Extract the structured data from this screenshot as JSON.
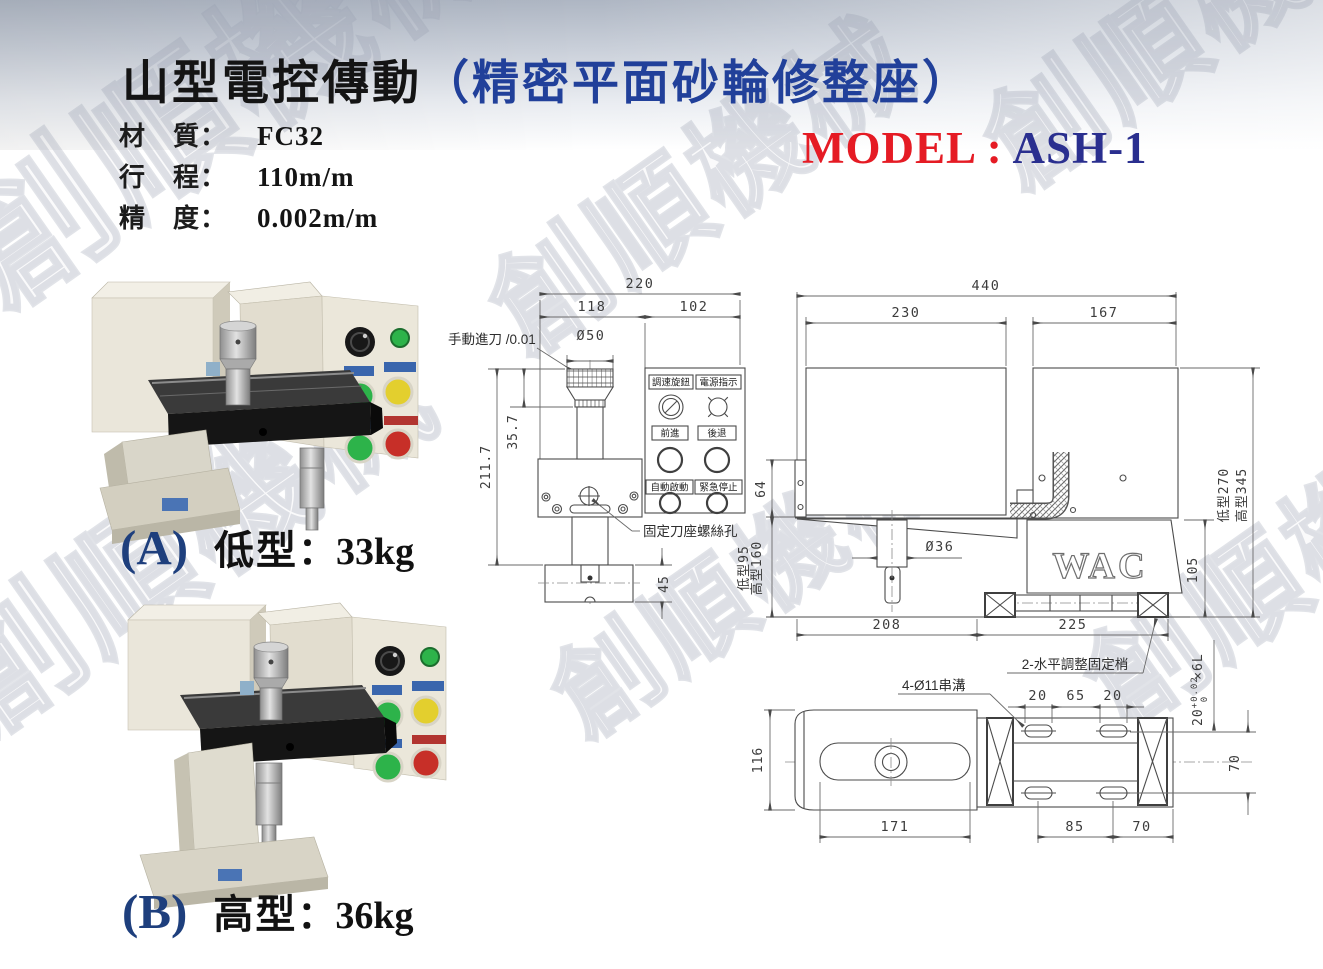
{
  "watermark": "創順機械",
  "header": {
    "title_black": "山型電控傳動",
    "title_blue": "（精密平面砂輪修整座）",
    "model_label": "MODEL :",
    "model_value": "ASH-1",
    "specs": [
      {
        "label": "材　質：",
        "value": "FC32"
      },
      {
        "label": "行　程：",
        "value": "110m/m"
      },
      {
        "label": "精　度：",
        "value": "0.002m/m"
      }
    ]
  },
  "products": [
    {
      "tag": "(A)",
      "name": "低型",
      "weight": "：33kg"
    },
    {
      "tag": "(B)",
      "name": "高型",
      "weight": "：36kg"
    }
  ],
  "control_panel": {
    "speed_knob": "調速旋鈕",
    "power_indicator": "電源指示",
    "forward": "前進",
    "backward": "後退",
    "auto_start": "自動啟動",
    "emergency_stop": "緊急停止"
  },
  "front_view": {
    "callout_handfeed": "手動進刀 /0.01",
    "callout_screw_hole": "固定刀座螺絲孔",
    "dim_total_width": "220",
    "dim_left_width": "118",
    "dim_right_width": "102",
    "dim_knob_dia": "Ø50",
    "dim_total_height": "211.7",
    "dim_knob_height": "35.7",
    "dim_base_height": "45"
  },
  "side_view": {
    "dim_total_width": "440",
    "dim_left_width": "230",
    "dim_right_width": "167",
    "dim_bracket_height": "64",
    "dim_column_low": "低型95",
    "dim_column_high": "高型160",
    "dim_shaft_dia": "Ø36",
    "dim_base_height": "105",
    "dim_overall_low": "低型270",
    "dim_overall_high": "高型345",
    "dim_left_base": "208",
    "dim_right_base": "225",
    "callout_pin": "2-水平調整固定梢",
    "logo": "WAC"
  },
  "plan_view": {
    "callout_slot": "4-Ø11串溝",
    "dim_slot_a": "20",
    "dim_slot_gap": "65",
    "dim_slot_b": "20",
    "dim_tol_base": "20",
    "dim_tol_sup": "+0.02",
    "dim_tol_sub": "0",
    "dim_tol_suffix": "×6L",
    "dim_body_width": "116",
    "dim_row_span": "70",
    "dim_slot_len": "171",
    "dim_slot_pitch": "85",
    "dim_edge": "70"
  },
  "colors": {
    "title_blue": "#21409a",
    "model_red": "#e51b24",
    "model_navy": "#2a2f8f",
    "label_navy": "#1e3f7d",
    "button_green": "#2db34a",
    "button_yellow": "#e3cf2e",
    "button_red": "#c72f28",
    "pilot_green": "#2db34a",
    "knob_black": "#181818",
    "strip_blue": "#3a66ad",
    "strip_red": "#b23530"
  }
}
